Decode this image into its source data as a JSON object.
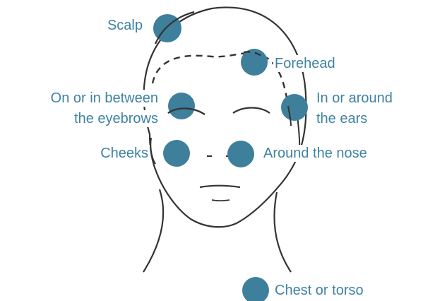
{
  "colors": {
    "marker": "#3e7f9c",
    "label_text": "#3e82a3",
    "outline": "#333333",
    "background": "#ffffff"
  },
  "labels": {
    "scalp": "Scalp",
    "forehead": "Forehead",
    "eyebrows_line1": "On or in between",
    "eyebrows_line2": "the eyebrows",
    "ears_line1": "In or around",
    "ears_line2": "the ears",
    "cheeks": "Cheeks",
    "nose": "Around the nose",
    "chest": "Chest or torso"
  }
}
